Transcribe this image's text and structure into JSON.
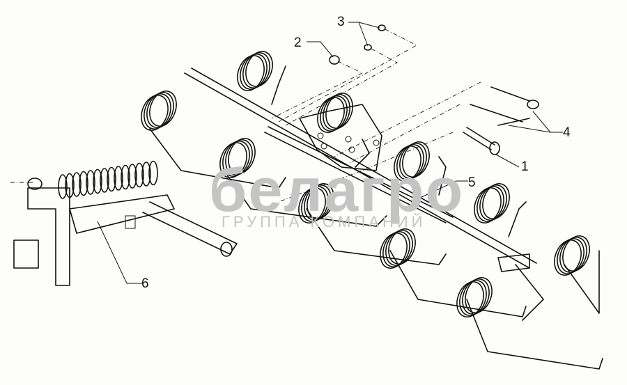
{
  "diagram": {
    "callouts": [
      {
        "id": "1",
        "label": "1"
      },
      {
        "id": "2",
        "label": "2"
      },
      {
        "id": "3",
        "label": "3"
      },
      {
        "id": "4",
        "label": "4"
      },
      {
        "id": "5",
        "label": "5"
      },
      {
        "id": "6",
        "label": "6"
      }
    ],
    "watermark": {
      "brand": "белагро",
      "subtitle": "ГРУППА КОМПАНИЙ"
    }
  }
}
